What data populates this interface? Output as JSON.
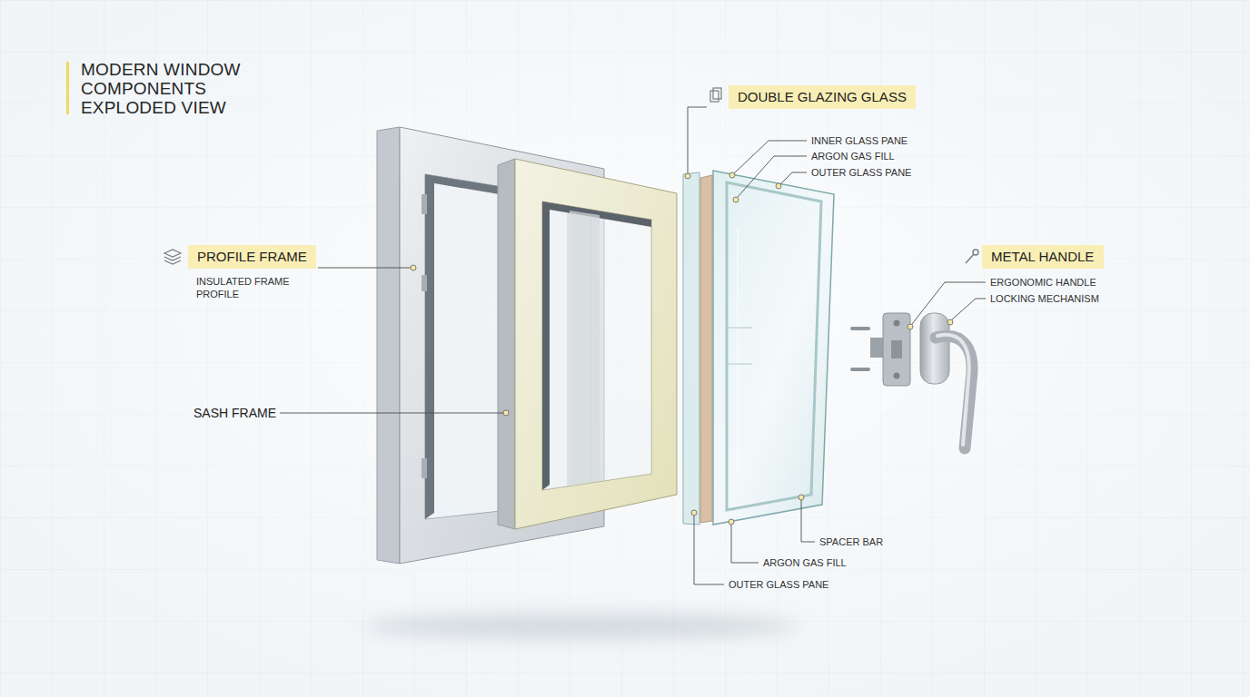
{
  "diagram": {
    "title": "MODERN WINDOW COMPONENTS EXPLODED VIEW",
    "nodes": [
      {
        "text": [
          "PROFILE FRAME"
        ]
      },
      {
        "text": [
          "DOUBLE GLAZING GLASS"
        ]
      },
      {
        "text": [
          "METAL HANDLE"
        ]
      }
    ],
    "labels": [
      "INSULATED FRAME PROFILE",
      "INNER GLASS PANE",
      "ARGON GAS FILL",
      "OUTER GLASS PANE",
      "ERGONOMIC HANDLE",
      "LOCKING MECHANISM",
      "SASH FRAME",
      "SPACER BAR",
      "ARGON GAS FILL",
      "OUTER GLASS PANE"
    ]
  }
}
